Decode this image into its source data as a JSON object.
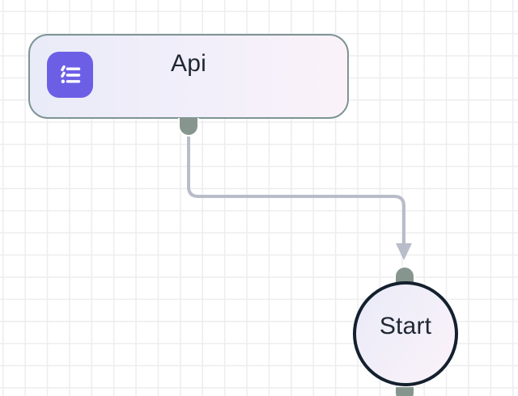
{
  "canvas": {
    "type": "workflow-editor-canvas",
    "grid": "light-gray-square-grid"
  },
  "colors": {
    "canvas-bg": "#ffffff",
    "grid-line": "#ededf0",
    "node-border": "#7e9594",
    "node-grad-left": "#e9ebf8",
    "node-grad-mid": "#f2effa",
    "node-grad-right": "#fbf2f9",
    "icon-bg": "#6c5fe6",
    "icon-fg": "#ffffff",
    "label-color": "#1f2733",
    "edge-color": "#b9bdc9",
    "handle-color": "#86968e",
    "circle-border": "#14202e"
  },
  "nodes": [
    {
      "id": "api",
      "label": "Api",
      "shape": "rounded-rect",
      "icon": "list-icon"
    },
    {
      "id": "start",
      "label": "Start",
      "shape": "circle"
    }
  ],
  "edges": [
    {
      "from": "api",
      "to": "start",
      "style": "orthogonal-rounded",
      "arrow": "down"
    }
  ],
  "handles": [
    {
      "node": "api",
      "position": "bottom",
      "role": "source"
    },
    {
      "node": "start",
      "position": "top",
      "role": "target"
    },
    {
      "node": "start",
      "position": "bottom",
      "role": "source"
    }
  ]
}
